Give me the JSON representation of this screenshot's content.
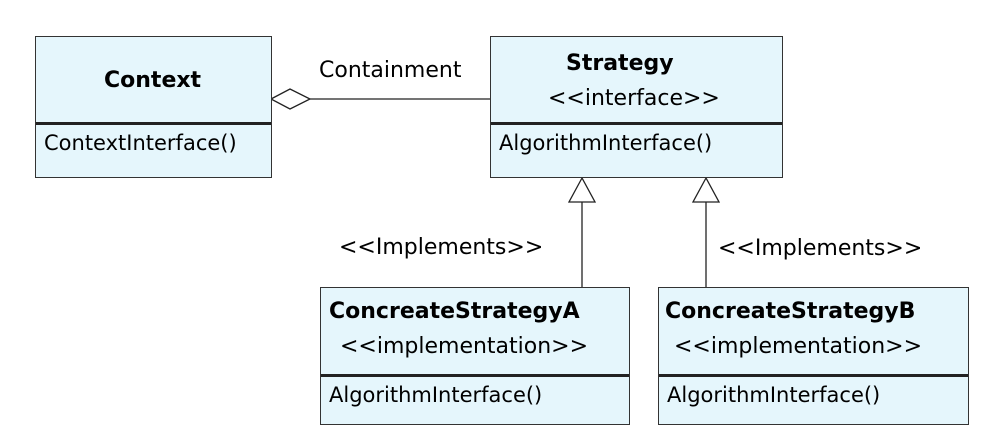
{
  "diagram": {
    "classes": {
      "context": {
        "name": "Context",
        "stereotype": "",
        "operation": "ContextInterface()"
      },
      "strategy": {
        "name": "Strategy",
        "stereotype": "<<interface>>",
        "operation": "AlgorithmInterface()"
      },
      "concrete_a": {
        "name": "ConcreateStrategyA",
        "stereotype": "<<implementation>>",
        "operation": "AlgorithmInterface()"
      },
      "concrete_b": {
        "name": "ConcreateStrategyB",
        "stereotype": "<<implementation>>",
        "operation": "AlgorithmInterface()"
      }
    },
    "relations": {
      "containment": {
        "label": "Containment",
        "type": "aggregation",
        "from": "context",
        "to": "strategy"
      },
      "implements_a": {
        "label": "<<Implements>>",
        "type": "realization",
        "from": "concrete_a",
        "to": "strategy"
      },
      "implements_b": {
        "label": "<<Implements>>",
        "type": "realization",
        "from": "concrete_b",
        "to": "strategy"
      }
    }
  },
  "colors": {
    "class_fill": "#e5f6fc",
    "class_border": "#333333",
    "line": "#222222"
  }
}
